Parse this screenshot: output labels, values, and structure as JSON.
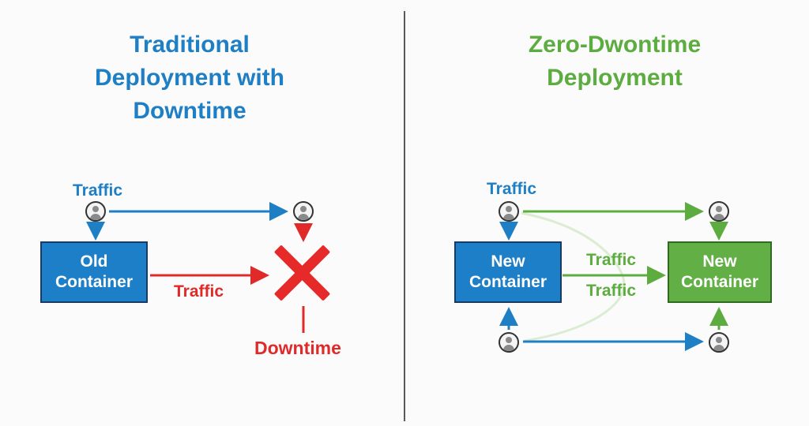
{
  "left": {
    "title": "Traditional\nDeployment with\nDowntime",
    "traffic_top": "Traffic",
    "box": "Old\nContainer",
    "traffic_red": "Traffic",
    "downtime": "Downtime"
  },
  "right": {
    "title": "Zero-Dwontime\nDeployment",
    "traffic_top": "Traffic",
    "box_new_left": "New\nContainer",
    "box_new_right": "New\nContainer",
    "traffic_mid1": "Traffic",
    "traffic_mid2": "Traffic"
  },
  "colors": {
    "blue": "#1e7fc4",
    "red": "#e02a2a",
    "green": "#5cac3f",
    "divider": "#5a5a5a"
  }
}
